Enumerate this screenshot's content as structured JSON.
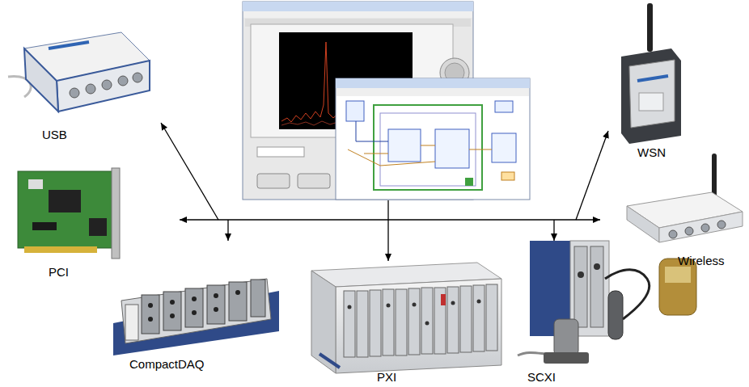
{
  "diagram": {
    "labels": [
      "USB",
      "PCI",
      "CompactDAQ",
      "PXI",
      "SCXI",
      "WSN",
      "Wireless"
    ]
  }
}
